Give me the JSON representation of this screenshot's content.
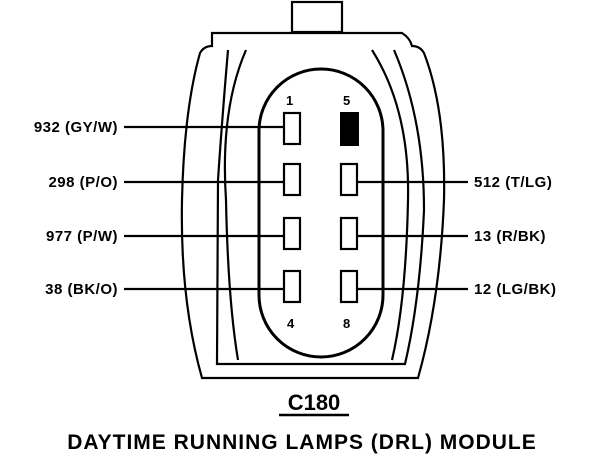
{
  "connector": {
    "name": "C180",
    "caption": "DAYTIME RUNNING LAMPS (DRL) MODULE"
  },
  "pin_numbers": {
    "p1": "1",
    "p4": "4",
    "p5": "5",
    "p8": "8"
  },
  "wires": {
    "w1": "932 (GY/W)",
    "w2": "298 (P/O)",
    "w3": "977 (P/W)",
    "w4": "38 (BK/O)",
    "w6": "512 (T/LG)",
    "w7": "13 (R/BK)",
    "w8": "12 (LG/BK)"
  },
  "pins": {
    "p5_state": "filled"
  },
  "colors": {
    "ink": "#000000",
    "paper": "#ffffff"
  }
}
